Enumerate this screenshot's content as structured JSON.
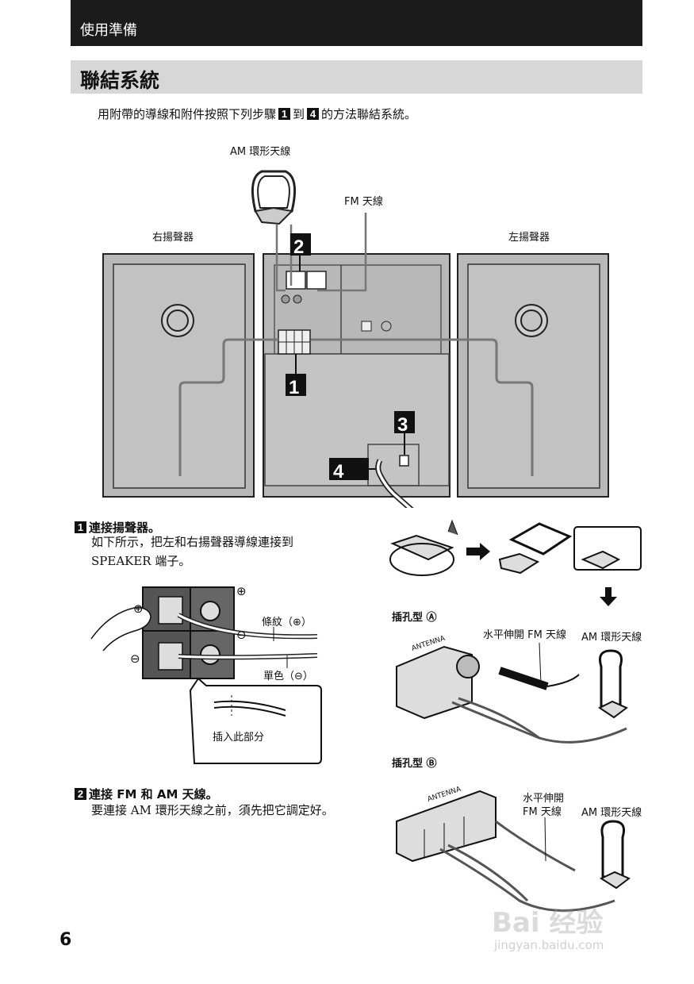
{
  "header": {
    "section": "使用準備"
  },
  "title": "聯結系統",
  "intro": {
    "before": "用附帶的導線和附件按照下列步驟",
    "num_from": "1",
    "to": "到",
    "num_to": "4",
    "after": "的方法聯結系統。"
  },
  "diagram": {
    "am_antenna": "AM 環形天線",
    "fm_antenna": "FM 天線",
    "right_speaker": "右揚聲器",
    "left_speaker": "左揚聲器",
    "step_labels": [
      "1",
      "2",
      "3",
      "4"
    ]
  },
  "step1": {
    "num": "1",
    "heading": "連接揚聲器。",
    "body": "如下所示，把左和右揚聲器導線連接到 SPEAKER 端子。",
    "stripe_label": "條紋（⊕）",
    "solid_label": "單色（⊖）",
    "insert_label": "插入此部分"
  },
  "step2": {
    "num": "2",
    "heading": "連接 FM 和 AM 天線。",
    "body": "要連接 AM 環形天線之前，須先把它調定好。"
  },
  "antenna_a": {
    "type_label": "插孔型 Ⓐ",
    "fm_label": "水平伸開 FM 天線",
    "am_label": "AM 環形天線",
    "panel_text": "ANTENNA"
  },
  "antenna_b": {
    "type_label": "插孔型 Ⓑ",
    "fm_label_1": "水平伸開",
    "fm_label_2": "FM 天線",
    "am_label": "AM 環形天線",
    "panel_text": "ANTENNA"
  },
  "page_number": "6",
  "watermark": {
    "logo": "Bai 经验",
    "url": "jingyan.baidu.com"
  }
}
